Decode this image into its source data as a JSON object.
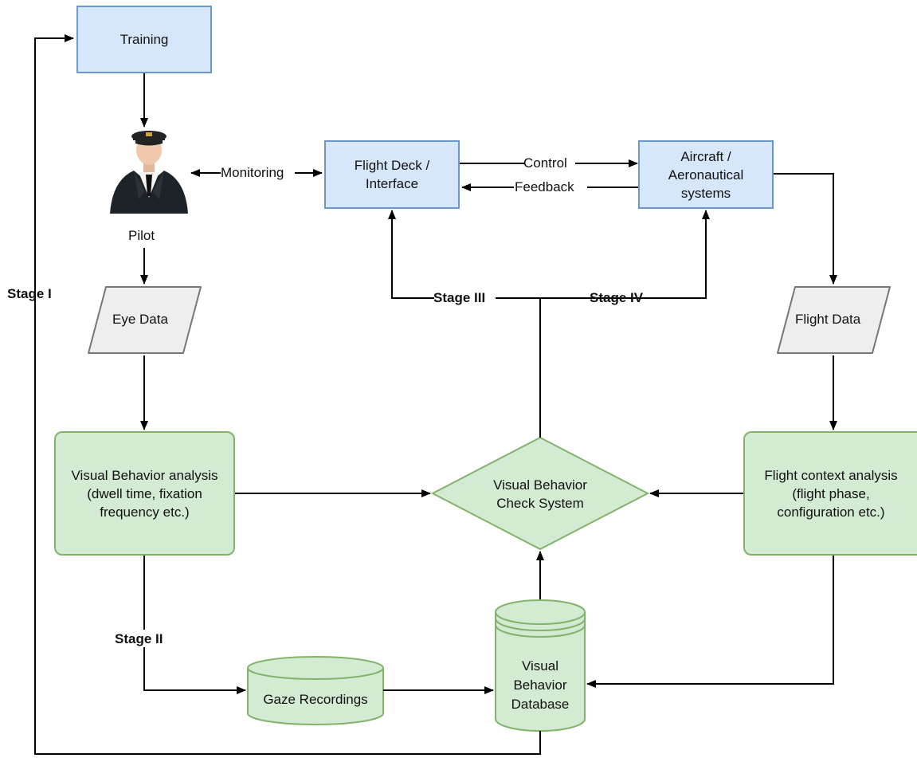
{
  "nodes": {
    "training": "Training",
    "pilot": "Pilot",
    "eye_data": "Eye Data",
    "flight_deck": "Flight Deck /\nInterface",
    "aircraft": "Aircraft /\nAeronautical\nsystems",
    "flight_data": "Flight Data",
    "visual_analysis": "Visual Behavior analysis\n(dwell time, fixation\nfrequency etc.)",
    "check_system": "Visual Behavior\nCheck System",
    "context_analysis": "Flight context analysis\n(flight phase,\nconfiguration etc.)",
    "gaze_recordings": "Gaze Recordings",
    "database": "Visual\nBehavior\nDatabase"
  },
  "edges": {
    "monitoring": "Monitoring",
    "control": "Control",
    "feedback": "Feedback"
  },
  "stages": {
    "stage1": "Stage I",
    "stage2": "Stage II",
    "stage3": "Stage III",
    "stage4": "Stage IV"
  },
  "colors": {
    "process_fill": "#d6e6fb",
    "process_border": "#6a97cc",
    "analysis_fill": "#d3ead3",
    "analysis_border": "#82b36a",
    "data_fill": "#eeeeee",
    "data_border": "#777777"
  }
}
